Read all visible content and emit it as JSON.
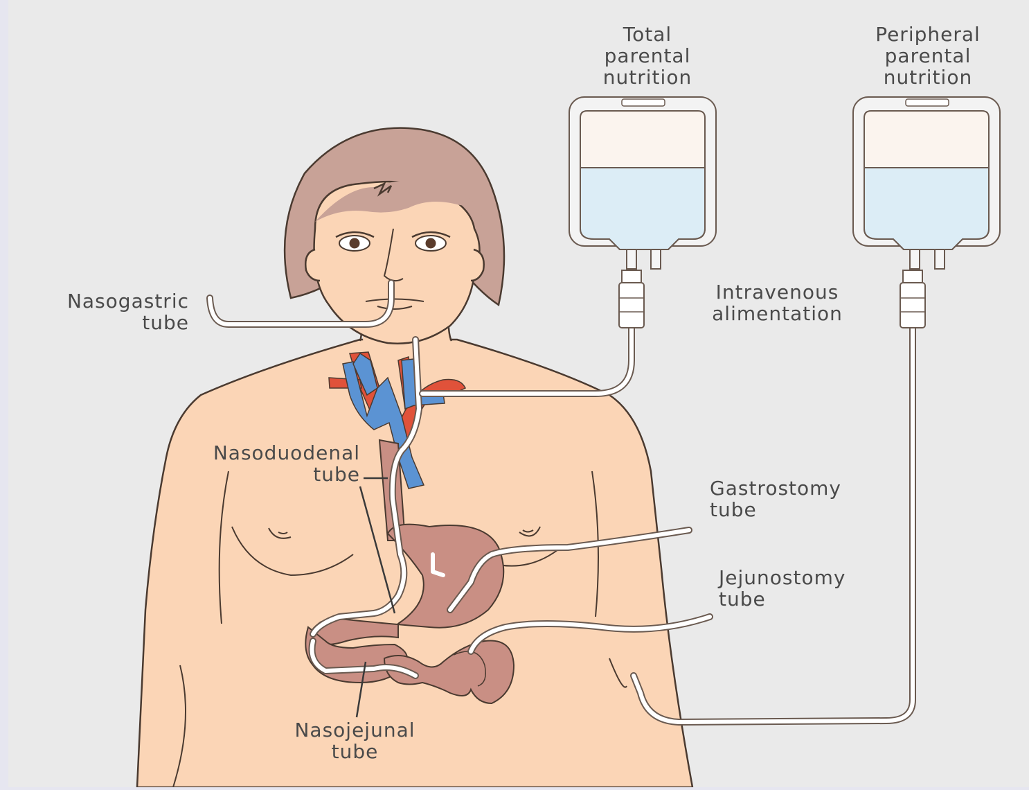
{
  "labels": {
    "total_parenteral": [
      "Total",
      "parental",
      "nutrition"
    ],
    "peripheral_parenteral": [
      "Peripheral",
      "parental",
      "nutrition"
    ],
    "intravenous": [
      "Intravenous",
      "alimentation"
    ],
    "nasogastric": [
      "Nasogastric",
      "tube"
    ],
    "nasoduodenal": [
      "Nasoduodenal",
      "tube"
    ],
    "gastrostomy": [
      "Gastrostomy",
      "tube"
    ],
    "jejunostomy": [
      "Jejunostomy",
      "tube"
    ],
    "nasojejunal": [
      "Nasojejunal",
      "tube"
    ]
  },
  "colors": {
    "background": "#e6e6f0",
    "panel": "#eaeaea",
    "skin": "#fbd5b6",
    "hair": "#c8a297",
    "stomach": "#c98f84",
    "vein": "#5b93d3",
    "artery": "#e0523a",
    "fluid": "#dcedf6",
    "bag_top": "#fbf4ee",
    "outline": "#4a3a30",
    "tube": "#ffffff"
  }
}
